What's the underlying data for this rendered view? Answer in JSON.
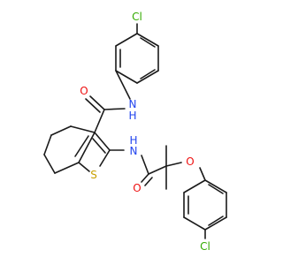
{
  "diagram": {
    "atoms": [
      {
        "id": "cl1",
        "symbol": "Cl",
        "color": "#33aa00"
      },
      {
        "id": "n1",
        "symbol": "N",
        "sub": "H",
        "color": "#2244ee"
      },
      {
        "id": "o1",
        "symbol": "O",
        "color": "#ee1111"
      },
      {
        "id": "n2",
        "symbol": "N",
        "sub": "H",
        "color": "#2244ee"
      },
      {
        "id": "s1",
        "symbol": "S",
        "color": "#c8a000"
      },
      {
        "id": "o2",
        "symbol": "O",
        "color": "#ee1111"
      },
      {
        "id": "o3",
        "symbol": "O",
        "color": "#ee1111"
      },
      {
        "id": "cl2",
        "symbol": "Cl",
        "color": "#33aa00"
      }
    ]
  }
}
